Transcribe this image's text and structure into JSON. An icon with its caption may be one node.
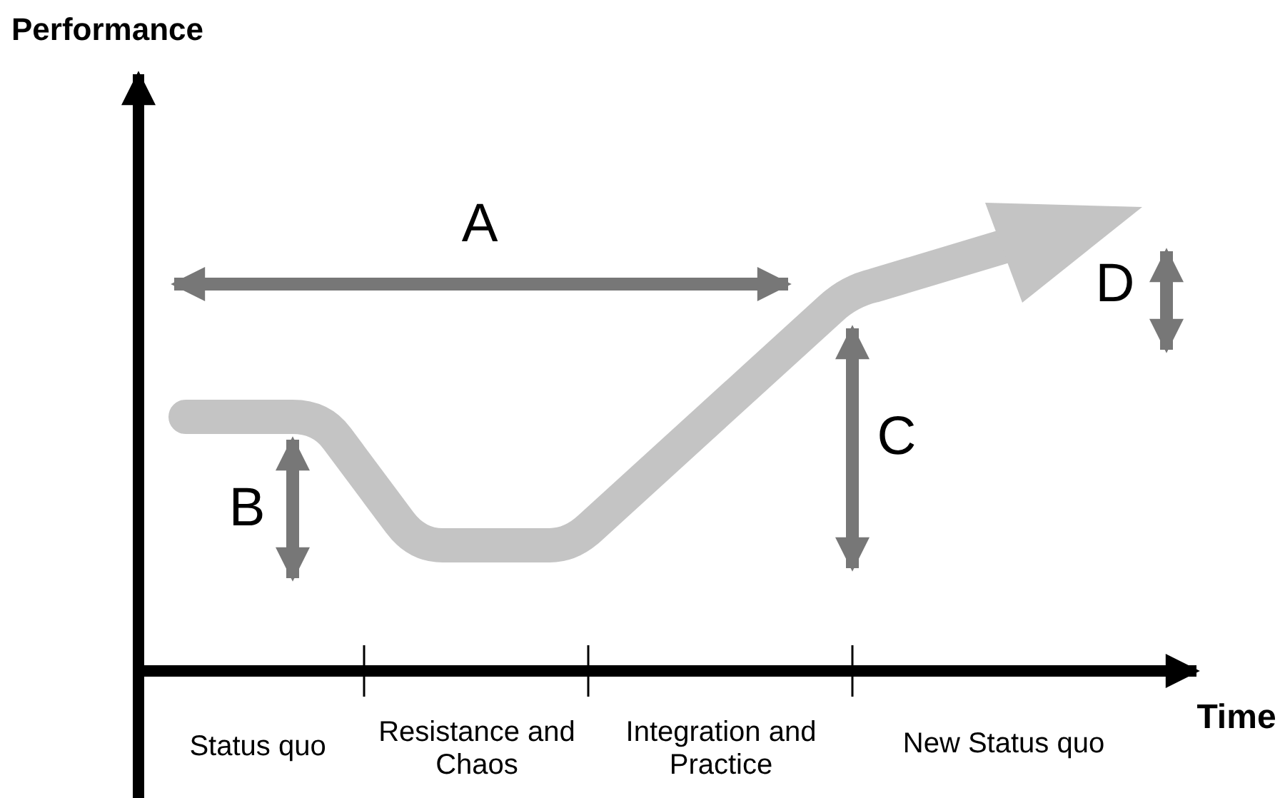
{
  "diagram": {
    "labels": [
      "Performance",
      "A",
      "D",
      "C",
      "B",
      "Time",
      "Status quo",
      "Resistance and Chaos",
      "Integration and Practice",
      "New Status quo"
    ]
  }
}
